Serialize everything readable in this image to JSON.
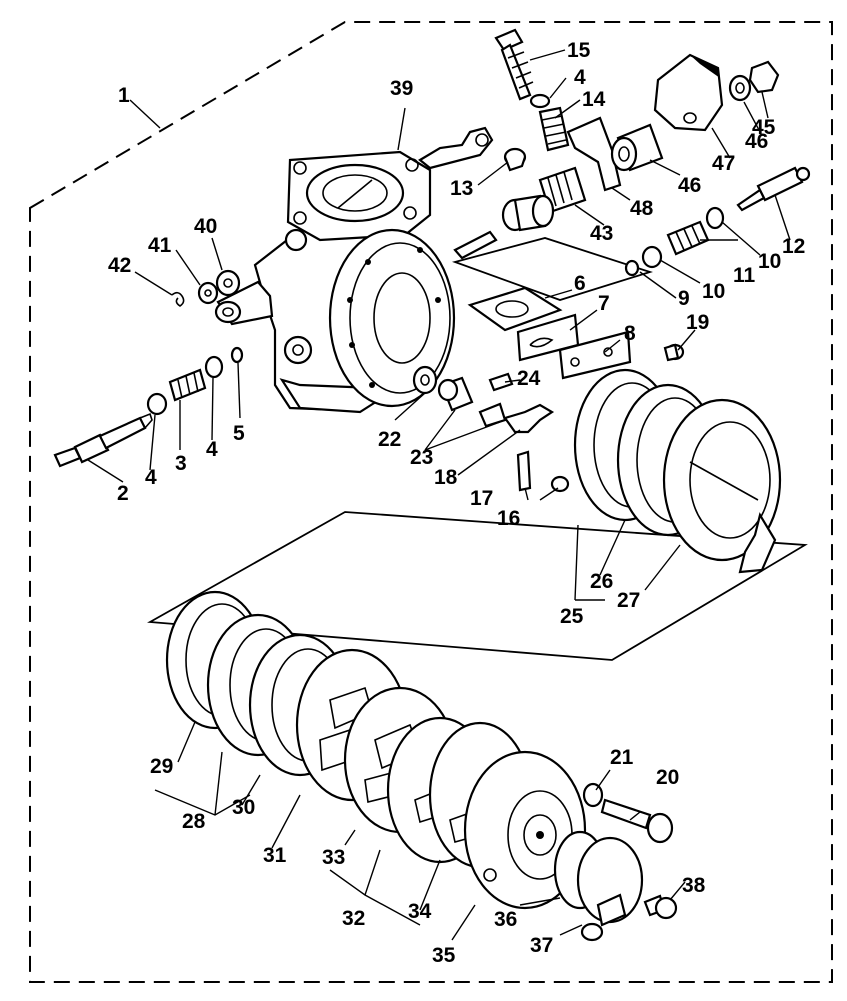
{
  "diagram": {
    "callouts": [
      "1",
      "2",
      "3",
      "4",
      "4",
      "5",
      "6",
      "7",
      "8",
      "9",
      "10",
      "10",
      "11",
      "12",
      "13",
      "14",
      "15",
      "4",
      "16",
      "17",
      "18",
      "19",
      "20",
      "21",
      "22",
      "23",
      "24",
      "25",
      "26",
      "27",
      "28",
      "29",
      "30",
      "31",
      "32",
      "33",
      "34",
      "35",
      "36",
      "37",
      "38",
      "39",
      "40",
      "41",
      "42",
      "43",
      "45",
      "46",
      "46",
      "47",
      "48"
    ]
  }
}
